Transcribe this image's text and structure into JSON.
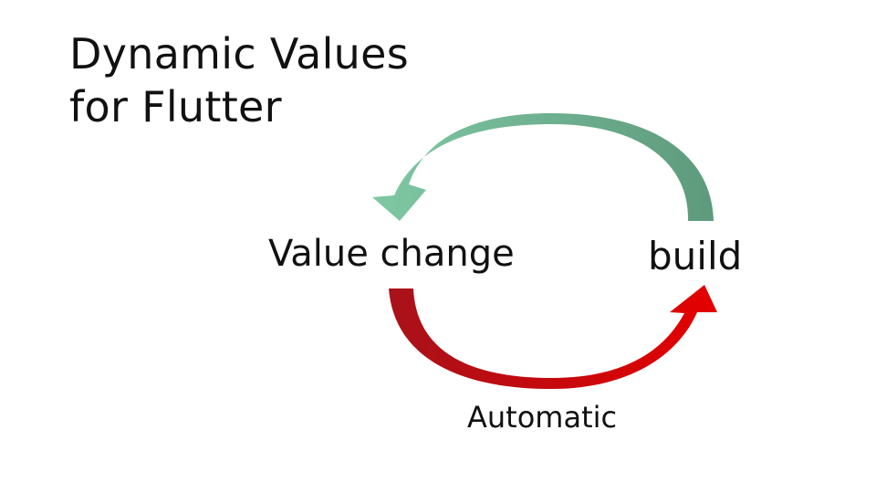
{
  "slide": {
    "title_line1": "Dynamic Values",
    "title_line2": "for Flutter"
  },
  "cycle": {
    "left_label": "Value change",
    "right_label": "build",
    "bottom_label": "Automatic",
    "colors": {
      "top_arrow_start": "#7fc8a4",
      "top_arrow_end": "#5e9a7c",
      "bottom_arrow_start": "#a8121a",
      "bottom_arrow_end": "#e40000"
    }
  }
}
